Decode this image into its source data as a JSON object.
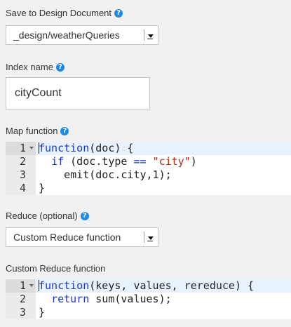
{
  "save_doc": {
    "label": "Save to Design Document",
    "help_glyph": "?",
    "selected": "_design/weatherQueries"
  },
  "index_name": {
    "label": "Index name",
    "help_glyph": "?",
    "value": "cityCount"
  },
  "map_function": {
    "label": "Map function",
    "help_glyph": "?",
    "lines": [
      {
        "num": "1",
        "tokens": [
          {
            "t": "function",
            "c": "kw"
          },
          {
            "t": "(doc) {",
            "c": "plain"
          }
        ]
      },
      {
        "num": "2",
        "tokens": [
          {
            "t": "  ",
            "c": "plain"
          },
          {
            "t": "if",
            "c": "kw"
          },
          {
            "t": " (doc.type ",
            "c": "plain"
          },
          {
            "t": "==",
            "c": "op"
          },
          {
            "t": " ",
            "c": "plain"
          },
          {
            "t": "\"city\"",
            "c": "str"
          },
          {
            "t": ")",
            "c": "plain"
          }
        ]
      },
      {
        "num": "3",
        "tokens": [
          {
            "t": "    emit(doc.city,1);",
            "c": "plain"
          }
        ]
      },
      {
        "num": "4",
        "tokens": [
          {
            "t": "}",
            "c": "plain"
          }
        ]
      }
    ]
  },
  "reduce": {
    "label": "Reduce (optional)",
    "help_glyph": "?",
    "selected": "Custom Reduce function"
  },
  "custom_reduce": {
    "label": "Custom Reduce function",
    "lines": [
      {
        "num": "1",
        "tokens": [
          {
            "t": "function",
            "c": "kw"
          },
          {
            "t": "(keys, values, rereduce) {",
            "c": "plain"
          }
        ]
      },
      {
        "num": "2",
        "tokens": [
          {
            "t": "  ",
            "c": "plain"
          },
          {
            "t": "return",
            "c": "kw"
          },
          {
            "t": " sum(values);",
            "c": "plain"
          }
        ]
      },
      {
        "num": "3",
        "tokens": [
          {
            "t": "}",
            "c": "plain"
          }
        ]
      }
    ]
  },
  "colors": {
    "background": "#f1f1f1",
    "help_icon": "#1e88e5",
    "keyword": "#1b3bbf",
    "string": "#b52a1d",
    "active_line": "#e8f2ff"
  }
}
